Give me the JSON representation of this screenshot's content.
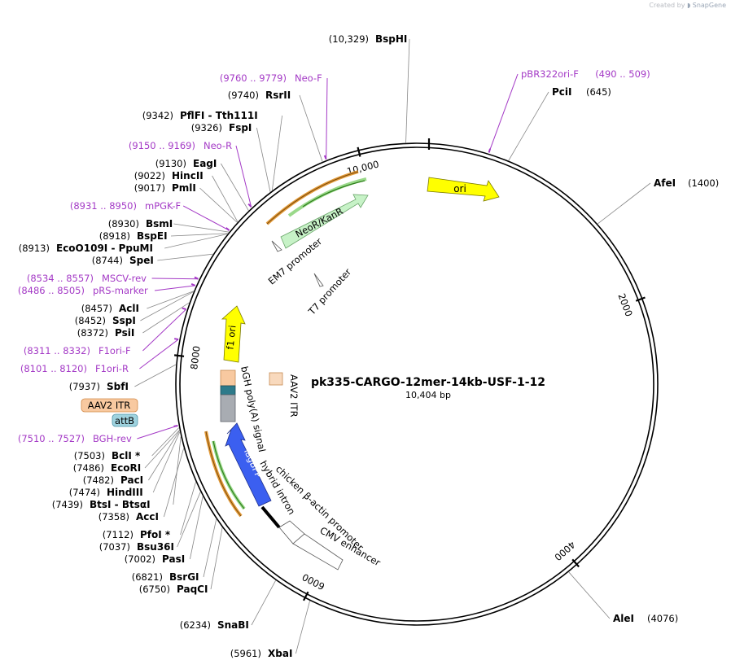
{
  "credit": {
    "prefix": "Created by",
    "brand": "SnapGene"
  },
  "plasmid": {
    "name": "pk335-CARGO-12mer-14kb-USF-1-12",
    "length_text": "10,404 bp",
    "length": 10404
  },
  "ticks": [
    {
      "pos": 2000,
      "label": "2000"
    },
    {
      "pos": 4000,
      "label": "4000"
    },
    {
      "pos": 6000,
      "label": "6000"
    },
    {
      "pos": 8000,
      "label": "8000"
    },
    {
      "pos": 10000,
      "label": "10,000"
    }
  ],
  "restriction_sites": [
    {
      "name": "BspHI",
      "pos_text": "(10,329)",
      "pos": 10329
    },
    {
      "name": "RsrII",
      "pos_text": "(9740)",
      "pos": 9740
    },
    {
      "name": "PflFI  - Tth111I",
      "pos_text": "(9342)",
      "pos": 9342
    },
    {
      "name": "FspI",
      "pos_text": "(9326)",
      "pos": 9326
    },
    {
      "name": "EagI",
      "pos_text": "(9130)",
      "pos": 9130
    },
    {
      "name": "HincII",
      "pos_text": "(9022)",
      "pos": 9022
    },
    {
      "name": "PmlI",
      "pos_text": "(9017)",
      "pos": 9017
    },
    {
      "name": "BsmI",
      "pos_text": "(8930)",
      "pos": 8930
    },
    {
      "name": "BspEI",
      "pos_text": "(8918)",
      "pos": 8918
    },
    {
      "name": "EcoO109I  - PpuMI",
      "pos_text": "(8913)",
      "pos": 8913
    },
    {
      "name": "SpeI",
      "pos_text": "(8744)",
      "pos": 8744
    },
    {
      "name": "AclI",
      "pos_text": "(8457)",
      "pos": 8457
    },
    {
      "name": "SspI",
      "pos_text": "(8452)",
      "pos": 8452
    },
    {
      "name": "PsiI",
      "pos_text": "(8372)",
      "pos": 8372
    },
    {
      "name": "SbfI",
      "pos_text": "(7937)",
      "pos": 7937
    },
    {
      "name": "BclI *",
      "pos_text": "(7503)",
      "pos": 7503
    },
    {
      "name": "EcoRI",
      "pos_text": "(7486)",
      "pos": 7486
    },
    {
      "name": "PacI",
      "pos_text": "(7482)",
      "pos": 7482
    },
    {
      "name": "HindIII",
      "pos_text": "(7474)",
      "pos": 7474
    },
    {
      "name": "BtsI  - BtsαI",
      "pos_text": "(7439)",
      "pos": 7439
    },
    {
      "name": "AccI",
      "pos_text": "(7358)",
      "pos": 7358
    },
    {
      "name": "PfoI *",
      "pos_text": "(7112)",
      "pos": 7112
    },
    {
      "name": "Bsu36I",
      "pos_text": "(7037)",
      "pos": 7037
    },
    {
      "name": "PasI",
      "pos_text": "(7002)",
      "pos": 7002
    },
    {
      "name": "BsrGI",
      "pos_text": "(6821)",
      "pos": 6821
    },
    {
      "name": "PaqCI",
      "pos_text": "(6750)",
      "pos": 6750
    },
    {
      "name": "SnaBI",
      "pos_text": "(6234)",
      "pos": 6234
    },
    {
      "name": "XbaI",
      "pos_text": "(5961)",
      "pos": 5961
    },
    {
      "name": "AleI",
      "pos_text": "(4076)",
      "pos": 4076
    },
    {
      "name": "AfeI",
      "pos_text": "(1400)",
      "pos": 1400
    },
    {
      "name": "PciI",
      "pos_text": "(645)",
      "pos": 645
    }
  ],
  "primers": [
    {
      "name": "Neo-F",
      "range_text": "(9760 .. 9779)",
      "pos": 9770
    },
    {
      "name": "Neo-R",
      "range_text": "(9150 .. 9169)",
      "pos": 9160
    },
    {
      "name": "mPGK-F",
      "range_text": "(8931 .. 8950)",
      "pos": 8940
    },
    {
      "name": "MSCV-rev",
      "range_text": "(8534 .. 8557)",
      "pos": 8546
    },
    {
      "name": "pRS-marker",
      "range_text": "(8486 .. 8505)",
      "pos": 8496
    },
    {
      "name": "F1ori-F",
      "range_text": "(8311 .. 8332)",
      "pos": 8322
    },
    {
      "name": "F1ori-R",
      "range_text": "(8101 .. 8120)",
      "pos": 8110
    },
    {
      "name": "BGH-rev",
      "range_text": "(7510 .. 7527)",
      "pos": 7518
    },
    {
      "name": "pBR322ori-F",
      "range_text": "(490 .. 509)",
      "pos": 500
    }
  ],
  "boxed_labels": [
    {
      "name": "AAV2 ITR",
      "fill": "#f8c9a0",
      "stroke": "#d28a48"
    },
    {
      "name": "attB",
      "fill": "#9fd3df",
      "stroke": "#4f94a8"
    }
  ],
  "features": [
    {
      "name": "ori",
      "color": "#ffff00"
    },
    {
      "name": "NeoR/KanR",
      "color": "#c7f2c7"
    },
    {
      "name": "f1 ori",
      "color": "#ffff00"
    },
    {
      "name": "TagBFP",
      "color": "#3b5ff0"
    },
    {
      "name": "EM7 promoter"
    },
    {
      "name": "T7 promoter"
    },
    {
      "name": "bGH poly(A) signal"
    },
    {
      "name": "AAV2 ITR"
    },
    {
      "name": "chicken β-actin promoter"
    },
    {
      "name": "hybrid intron"
    },
    {
      "name": "CMV enhancer"
    }
  ],
  "colors": {
    "primer": "#a43ac6",
    "orf_orange": "#e39b3a",
    "orf_green": "#3aa021",
    "backbone": "#000000"
  }
}
